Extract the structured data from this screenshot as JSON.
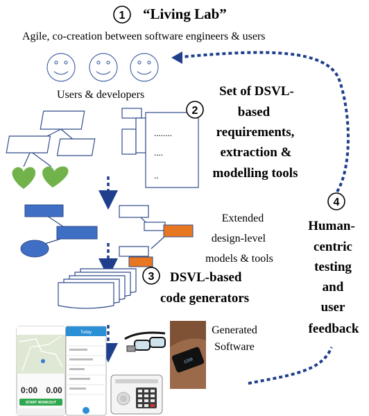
{
  "title": {
    "number": "1",
    "heading": "“Living Lab”",
    "subtitle": "Agile, co-creation between software engineers & users"
  },
  "users": {
    "label": "Users & developers"
  },
  "step2": {
    "number": "2",
    "lines": [
      "Set of DSVL-",
      "based",
      "requirements,",
      "extraction &",
      "modelling tools"
    ],
    "dots": [
      "........",
      "....",
      ".."
    ]
  },
  "design": {
    "lines": [
      "Extended",
      "design-level",
      "models & tools"
    ]
  },
  "step3": {
    "number": "3",
    "lines": [
      "DSVL-based",
      "code generators"
    ]
  },
  "generated": {
    "lines": [
      "Generated",
      "Software"
    ]
  },
  "step4": {
    "number": "4",
    "lines": [
      "Human-",
      "centric",
      "testing",
      "and",
      "user",
      "feedback"
    ]
  },
  "phone": {
    "time_left": "0:00",
    "time_right": "0.00",
    "button": "START WORKOUT",
    "header": "Today"
  },
  "colors": {
    "arrow_blue": "#1f3f8c",
    "box_blue": "#3f6fc4",
    "box_orange": "#e87722",
    "heart_green": "#72b24b",
    "outline_blue": "#2e4a8a"
  }
}
